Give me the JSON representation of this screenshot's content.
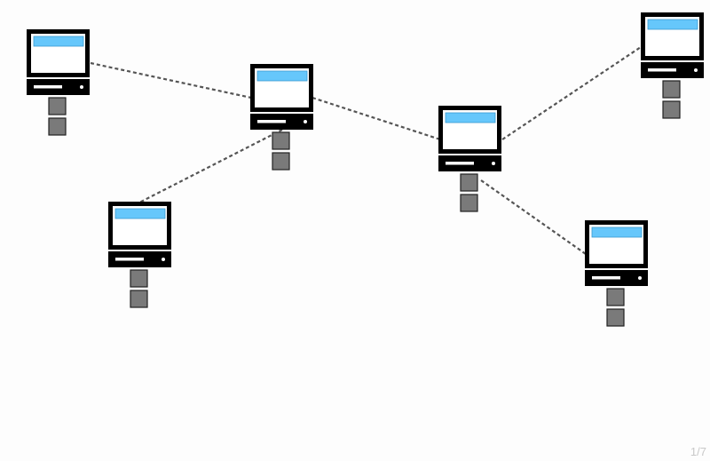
{
  "colors": {
    "background": "#fdfdfd",
    "frame": "#000000",
    "screen_bar": "#66c7fb",
    "screen_bg": "#ffffff",
    "block_fill": "#7a7a7a",
    "block_stroke": "#222222",
    "link": "#555555"
  },
  "nodes": [
    {
      "id": "computer-1",
      "icon": "computer-icon"
    },
    {
      "id": "computer-2",
      "icon": "computer-icon"
    },
    {
      "id": "computer-3",
      "icon": "computer-icon"
    },
    {
      "id": "computer-4",
      "icon": "computer-icon"
    },
    {
      "id": "computer-5",
      "icon": "computer-icon"
    },
    {
      "id": "computer-6",
      "icon": "computer-icon"
    }
  ],
  "links": [
    {
      "from": "computer-1",
      "to": "computer-2"
    },
    {
      "from": "computer-2",
      "to": "computer-4"
    },
    {
      "from": "computer-2",
      "to": "computer-3"
    },
    {
      "from": "computer-4",
      "to": "computer-5"
    },
    {
      "from": "computer-4",
      "to": "computer-6"
    }
  ],
  "page_counter": "1/7"
}
